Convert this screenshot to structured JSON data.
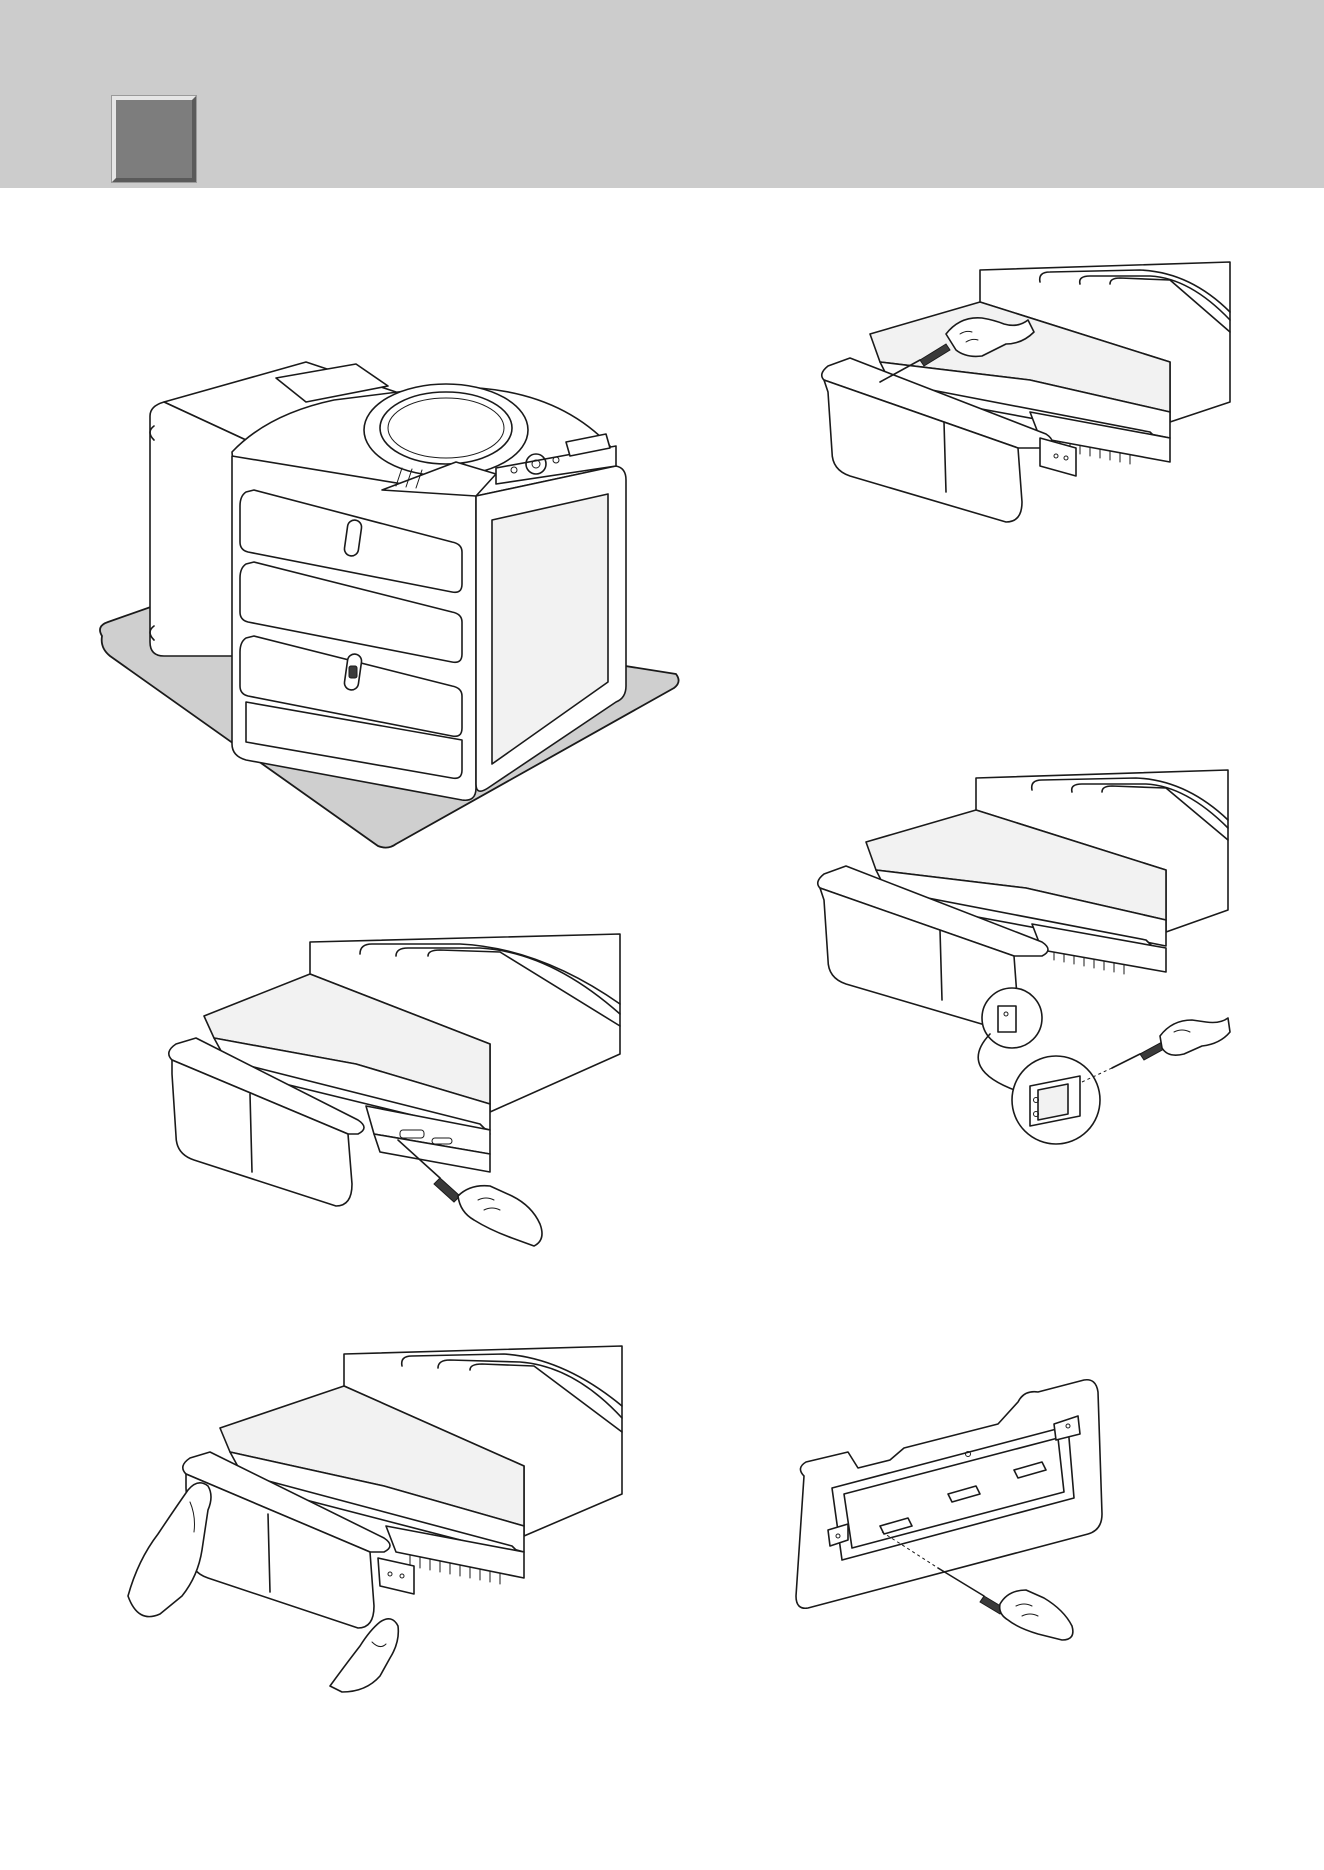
{
  "page": {
    "header_band_color": "#cccccc",
    "header_marker_color": "#7d7d7d"
  },
  "figures": [
    {
      "id": "washer-on-mat",
      "icon": "washer-with-pedestal-drawer-icon"
    },
    {
      "id": "screwdriver-inside-drawer",
      "icon": "drawer-screwdriver-inside-icon"
    },
    {
      "id": "screwdriver-drawer-rail",
      "icon": "drawer-rail-screw-icon"
    },
    {
      "id": "rail-bracket-detail",
      "icon": "rail-bracket-detail-icon"
    },
    {
      "id": "lift-drawer-two-hands",
      "icon": "drawer-lift-hands-icon"
    },
    {
      "id": "drawer-front-panel-screw",
      "icon": "drawer-front-panel-screw-icon"
    }
  ]
}
